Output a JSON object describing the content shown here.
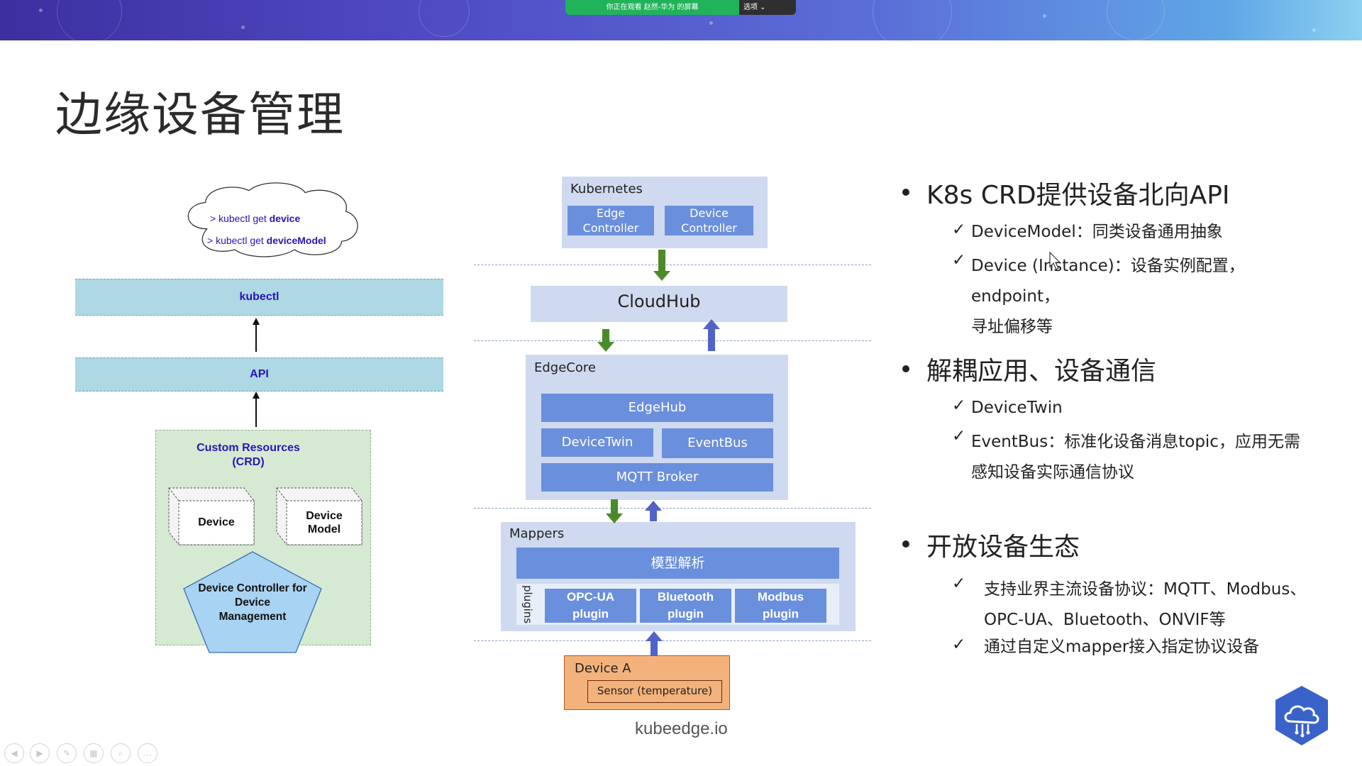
{
  "banner": {
    "share_notice": "你正在观看 赵然-华为 的屏幕",
    "options_label": "选项 ⌄"
  },
  "slide": {
    "title": "边缘设备管理",
    "site": "kubeedge.io"
  },
  "left_diagram": {
    "cmd1_prefix": "> kubectl get ",
    "cmd1_bold": "device",
    "cmd2_prefix": "> kubectl get ",
    "cmd2_bold": "deviceModel",
    "kubectl_label": "kubectl",
    "api_label": "API",
    "crd_title": "Custom Resources\n(CRD)",
    "device_label": "Device",
    "device_model_label": "Device\nModel",
    "controller_label": "Device Controller for\nDevice\nManagement"
  },
  "middle_diagram": {
    "kubernetes_label": "Kubernetes",
    "edge_controller": "Edge\nController",
    "device_controller": "Device\nController",
    "cloudhub": "CloudHub",
    "edgecore": "EdgeCore",
    "edgehub": "EdgeHub",
    "devicetwin": "DeviceTwin",
    "eventbus": "EventBus",
    "mqtt_broker": "MQTT Broker",
    "mappers": "Mappers",
    "model_parse": "模型解析",
    "plugins": "plugins",
    "opcua_plugin": "OPC-UA\nplugin",
    "bluetooth_plugin": "Bluetooth\nplugin",
    "modbus_plugin": "Modbus\nplugin",
    "device_a": "Device A",
    "sensor": "Sensor (temperature)"
  },
  "bullets": [
    {
      "heading": "K8s CRD提供设备北向API",
      "items": [
        "DeviceModel：同类设备通用抽象",
        "Device (Instance)：设备实例配置，endpoint，\n寻址偏移等"
      ]
    },
    {
      "heading": "解耦应用、设备通信",
      "items": [
        "DeviceTwin",
        "EventBus：标准化设备消息topic，应用无需\n感知设备实际通信协议"
      ]
    },
    {
      "heading": "开放设备生态",
      "items": [
        "支持业界主流设备协议：MQTT、Modbus、\nOPC-UA、Bluetooth、ONVIF等",
        "通过自定义mapper接入指定协议设备"
      ]
    }
  ],
  "colors": {
    "band": "#add8e4",
    "crd_green": "#d6ead3",
    "pentagon": "#a9d3f2",
    "panel": "#cfdaf0",
    "button_blue": "#6a8fdc",
    "arrow_green": "#4a8a2a",
    "arrow_blue": "#4f63c8",
    "device_orange": "#f3b27b",
    "text_purple": "#2a14b4"
  },
  "icons": {
    "logo": "kubeedge-cloud-logo-icon",
    "check": "check-icon"
  },
  "player_controls": [
    "prev-icon",
    "play-icon",
    "pen-icon",
    "grid-icon",
    "zoom-icon",
    "more-icon"
  ]
}
